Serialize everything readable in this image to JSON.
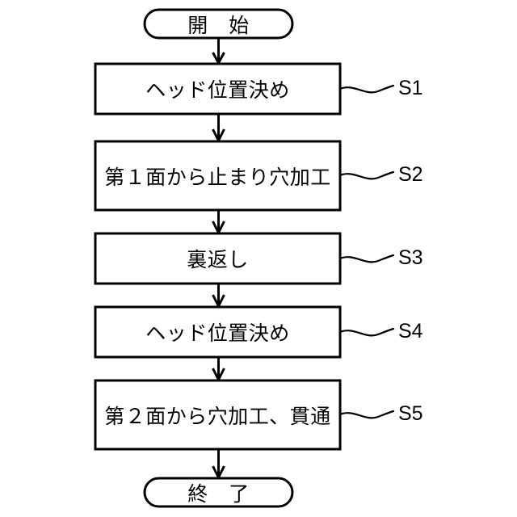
{
  "diagram": {
    "type": "flowchart",
    "orientation": "vertical",
    "language": "ja",
    "background_color": "#ffffff",
    "stroke_color": "#000000"
  },
  "nodes": {
    "start": {
      "shape": "stadium",
      "text": "開　始"
    },
    "end": {
      "shape": "stadium",
      "text": "終　了"
    },
    "steps": [
      {
        "id": "S1",
        "shape": "rect",
        "text": "ヘッド位置決め",
        "label": "S1"
      },
      {
        "id": "S2",
        "shape": "rect",
        "text": "第１面から止まり穴加工",
        "label": "S2"
      },
      {
        "id": "S3",
        "shape": "rect",
        "text": "裏返し",
        "label": "S3"
      },
      {
        "id": "S4",
        "shape": "rect",
        "text": "ヘッド位置決め",
        "label": "S4"
      },
      {
        "id": "S5",
        "shape": "rect",
        "text": "第２面から穴加工、貫通",
        "label": "S5"
      }
    ]
  },
  "connectors": {
    "count": 6,
    "style": "straight-vertical-with-open-arrowhead",
    "leader_style": "wavy"
  }
}
